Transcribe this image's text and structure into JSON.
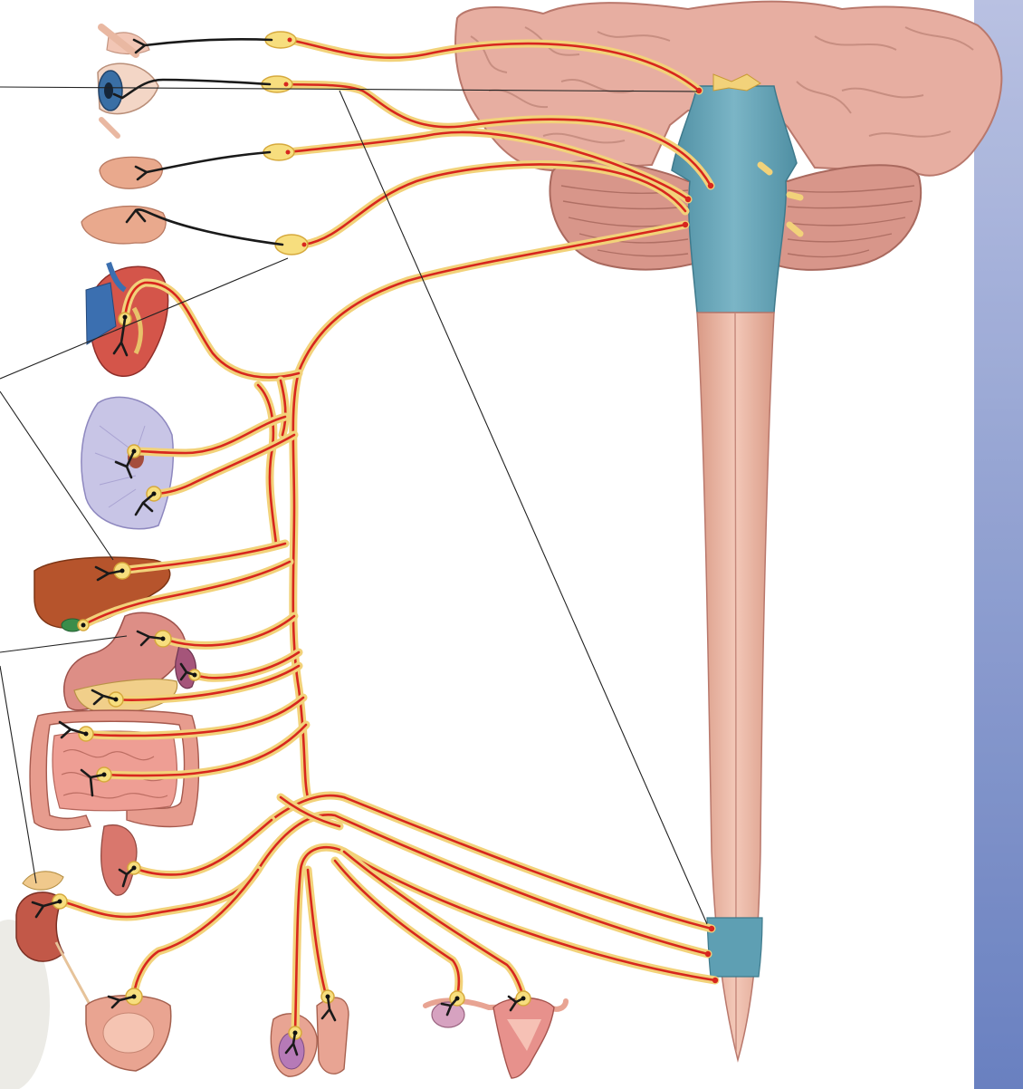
{
  "figure": {
    "panel_gradient": [
      "#b3bce0",
      "#5d76bb"
    ],
    "colors": {
      "nerve_sheath": "#f2d27a",
      "preganglionic_fiber": "#d7261e",
      "postganglionic_fiber": "#1a1a1a",
      "ganglion": "#f7de7e",
      "brainstem_highlight": "#5e9fb3",
      "sacral_highlight": "#5e9fb3",
      "spinal_cord": "#eab6a3",
      "cerebrum": "#e7aea1",
      "cerebellum": "#d8968a"
    },
    "structures": [
      "lacrimal-gland",
      "eye",
      "submandibular-gland",
      "parotid-gland",
      "heart",
      "lung",
      "liver",
      "gallbladder",
      "stomach",
      "pancreas",
      "spleen",
      "small-intestine",
      "large-intestine",
      "rectum",
      "kidney",
      "adrenal-gland",
      "urinary-bladder",
      "testis-penis",
      "ovary-uterus",
      "brain",
      "brainstem",
      "cerebellum",
      "spinal-cord",
      "sacral-segment"
    ]
  }
}
